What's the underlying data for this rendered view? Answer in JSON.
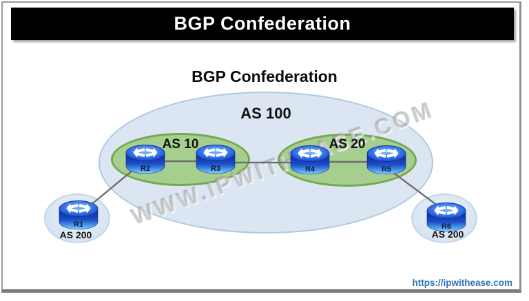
{
  "window": {
    "title_bar": "BGP Confederation"
  },
  "diagram": {
    "title": "BGP Confederation",
    "watermark": "WWW.IPWITHEASE.COM",
    "as100": {
      "label": "AS 100"
    },
    "as10": {
      "label": "AS 10"
    },
    "as20": {
      "label": "AS 20"
    },
    "as200_left": {
      "label": "AS 200"
    },
    "as200_right": {
      "label": "AS 200"
    },
    "routers": [
      {
        "label": "R1"
      },
      {
        "label": "R2"
      },
      {
        "label": "R3"
      },
      {
        "label": "R4"
      },
      {
        "label": "R5"
      },
      {
        "label": "R6"
      }
    ],
    "links": [
      "R1-R2",
      "R2-R3",
      "R3-R4",
      "R4-R5",
      "R5-R6"
    ]
  },
  "footer": {
    "website_link": "https://ipwithease.com"
  },
  "colors": {
    "header_bg": "#000000",
    "header_text": "#ffffff",
    "as100_fill": "#dbe6f2",
    "as100_border": "#aec9e2",
    "sub_as_fill": "#a6ce8e",
    "sub_as_border": "#74a94e",
    "bubble_fill": "#d7e4f2",
    "bubble_border": "#c4d6ea",
    "link_line": "#6e6e6e",
    "router_blue_dark": "#0a2390",
    "router_blue_light": "#8ed0f8",
    "watermark_gray": "#969696",
    "footer_link_blue": "#2e74b5"
  }
}
